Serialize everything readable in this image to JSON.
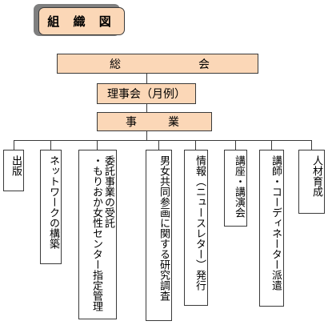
{
  "title": "組 織 図",
  "top": {
    "left": "総",
    "right": "会"
  },
  "board": "理事会（月例）",
  "business": {
    "left": "事",
    "right": "業"
  },
  "branches": [
    {
      "text": "出版"
    },
    {
      "text": "ネットワークの構築"
    },
    {
      "text": "委託事業の受託\n・もりおか女性センター指定管理"
    },
    {
      "text": "男女共同参画に関する研究調査"
    },
    {
      "text": "情報（ニュースレター）発行"
    },
    {
      "text": "講座・講演会"
    },
    {
      "text": "講師・コーディネーター派遣"
    },
    {
      "text": "人材育成"
    }
  ]
}
